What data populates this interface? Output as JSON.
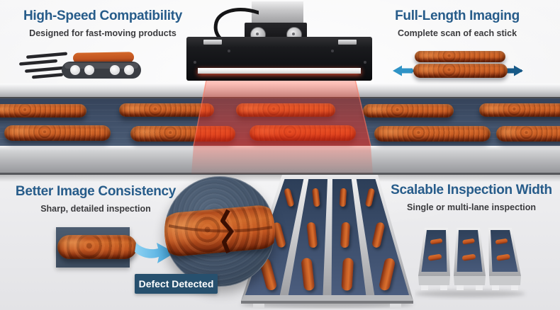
{
  "features": {
    "high_speed": {
      "title": "High-Speed Compatibility",
      "subtitle": "Designed for fast-moving products"
    },
    "full_length": {
      "title": "Full-Length Imaging",
      "subtitle": "Complete scan of each stick"
    },
    "image_consistency": {
      "title": "Better Image Consistency",
      "subtitle": "Sharp, detailed inspection"
    },
    "scalable_width": {
      "title": "Scalable Inspection Width",
      "subtitle": "Single or multi-lane inspection"
    }
  },
  "callout": {
    "defect_badge": "Defect Detected"
  },
  "scene": {
    "colors": {
      "title_blue": "#275c8a",
      "subtitle_gray": "#3b3b3e",
      "badge_bg": "#27506e",
      "belt_slate": "#41516a",
      "laser_red": "#f5301a",
      "stick_orange": "#c25a22",
      "arrow_light_blue": "#53b5e6",
      "arrow_dark_blue": "#1a5c8a",
      "scanner_black": "#141416"
    },
    "icons": {
      "speed_lines": "speed-lines-icon",
      "mini_conveyor": "mini-conveyor-icon",
      "expand_left": "expand-left-arrow-icon",
      "expand_right": "expand-right-arrow-icon",
      "curved_arrow": "curved-arrow-icon",
      "zoom_circle": "defect-zoom-circle"
    }
  }
}
